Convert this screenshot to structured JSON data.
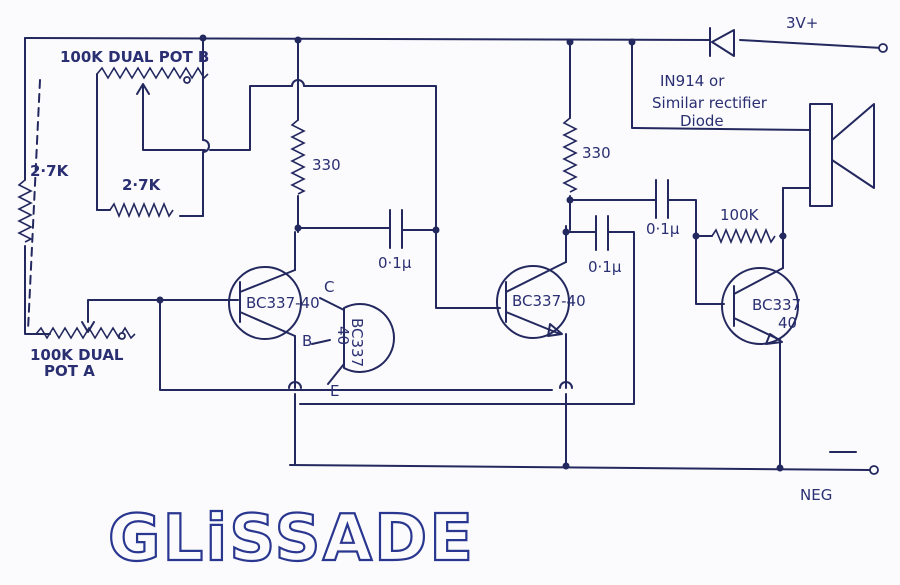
{
  "labels": {
    "supply_positive": "3V+",
    "supply_negative": "NEG",
    "pot_b": "100K DUAL POT B",
    "pot_a_line1": "100K DUAL",
    "pot_a_line2": "POT A",
    "resistor_left": "2·7K",
    "resistor_inner": "2·7K",
    "resistor_330_left": "330",
    "resistor_330_right": "330",
    "resistor_100k": "100K",
    "cap_1": "0·1μ",
    "cap_2": "0·1μ",
    "cap_3": "0·1μ",
    "q1": "BC337-40",
    "q2": "BC337-40",
    "q3_line1": "BC337",
    "q3_line2": "40",
    "pin_top_line1": "BC337",
    "pin_top_line2": "40",
    "pin_c": "C",
    "pin_b": "B",
    "pin_e": "E",
    "diode_line1": "IN914 or",
    "diode_line2": "Similar rectifier",
    "diode_line3": "Diode",
    "title": "GLiSSADE"
  },
  "colors": {
    "ink": "#23285e",
    "title_ink": "#2a3790",
    "paper": "#fbfbfd"
  }
}
